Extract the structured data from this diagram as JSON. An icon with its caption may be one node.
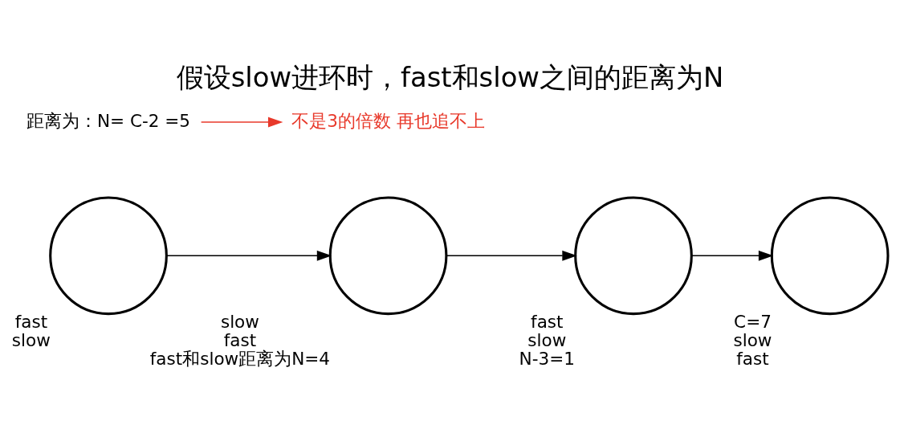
{
  "diagram": {
    "title": "假设slow进环时，fast和slow之间的距离为N",
    "nodes": [
      {
        "text": [],
        "shape": "circle",
        "beside": [
          "fast",
          "slow"
        ]
      },
      {
        "text": [],
        "shape": "circle",
        "beside": [
          "slow",
          "fast",
          "fast和slow距离为N=4"
        ]
      },
      {
        "text": [],
        "shape": "circle",
        "beside": [
          "fast",
          "slow",
          "N-3=1"
        ]
      },
      {
        "text": [],
        "shape": "circle",
        "beside": [
          "C=7",
          "slow",
          "fast"
        ]
      },
      {
        "text": [
          "距离为：N= C-2 =5"
        ]
      },
      {
        "text": [
          "不是3的倍数 再也追不上"
        ]
      }
    ],
    "edges": [
      {
        "from": 0,
        "to": 1,
        "arrow": "to"
      },
      {
        "from": 1,
        "to": 2,
        "arrow": "to"
      },
      {
        "from": 2,
        "to": 3,
        "arrow": "to"
      },
      {
        "from": 4,
        "to": 5,
        "arrow": "to",
        "color": "#e8392b"
      }
    ]
  }
}
